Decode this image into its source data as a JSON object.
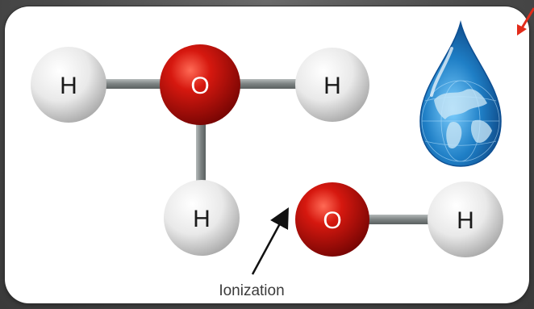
{
  "molecules": {
    "hydronium": {
      "atoms": [
        {
          "symbol": "H"
        },
        {
          "symbol": "O"
        },
        {
          "symbol": "H"
        },
        {
          "symbol": "H"
        }
      ]
    },
    "hydroxide": {
      "atoms": [
        {
          "symbol": "O"
        },
        {
          "symbol": "H"
        }
      ]
    }
  },
  "annotation": {
    "label": "Ionization"
  },
  "icons": [
    "water-drop-globe-icon",
    "corner-arrow-icon"
  ],
  "colors": {
    "oxygen": "#c8120f",
    "hydrogen": "#e6e6e6",
    "bond": "#8a8f8f",
    "water_drop": "#1f7fc6",
    "corner_arrow": "#e22b1a"
  }
}
